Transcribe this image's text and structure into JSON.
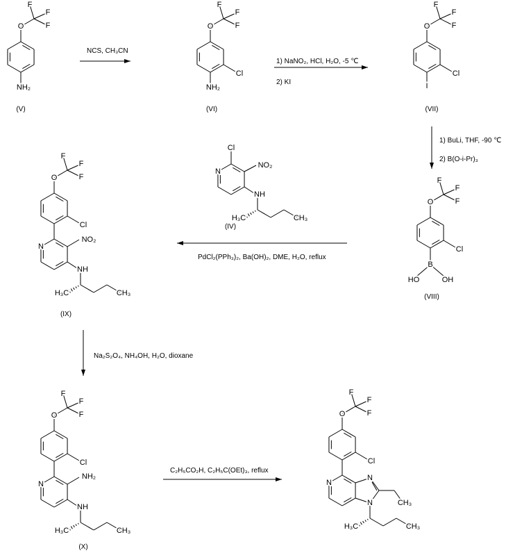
{
  "compounds": {
    "V": {
      "id": "(V)",
      "O": "O",
      "F": "F",
      "NH2": "NH₂"
    },
    "VI": {
      "id": "(VI)",
      "O": "O",
      "F": "F",
      "NH2": "NH₂",
      "Cl": "Cl"
    },
    "VII": {
      "id": "(VII)",
      "O": "O",
      "F": "F",
      "I": "I",
      "Cl": "Cl"
    },
    "VIII": {
      "id": "(VIII)",
      "O": "O",
      "F": "F",
      "Cl": "Cl",
      "B": "B",
      "HO": "HO",
      "OH": "OH"
    },
    "IV": {
      "id": "(IV)",
      "Cl": "Cl",
      "N": "N",
      "NO2": "NO₂",
      "NH": "NH",
      "H3C": "H₃C",
      "CH3": "CH₃"
    },
    "IX": {
      "id": "(IX)",
      "O": "O",
      "F": "F",
      "Cl": "Cl",
      "N": "N",
      "NO2": "NO₂",
      "NH": "NH",
      "H3C": "H₃C",
      "CH3": "CH₃"
    },
    "X": {
      "id": "(X)",
      "O": "O",
      "F": "F",
      "Cl": "Cl",
      "N": "N",
      "NH2": "NH₂",
      "NH": "NH",
      "H3C": "H₃C",
      "CH3": "CH₃"
    },
    "product": {
      "O": "O",
      "F": "F",
      "Cl": "Cl",
      "N": "N",
      "H3C": "H₃C",
      "CH3": "CH₃"
    }
  },
  "reactions": [
    {
      "lines": [
        "NCS, CH₃CN"
      ]
    },
    {
      "lines": [
        "1) NaNO₂, HCl, H₂O, -5 ℃",
        "2) KI"
      ]
    },
    {
      "lines": [
        "1) BuLi, THF, -90 ℃",
        "2) B(O-i-Pr)₃"
      ]
    },
    {
      "lines": [
        "PdCl₂(PPh₃)₂, Ba(OH)₂, DME, H₂O, reflux"
      ]
    },
    {
      "lines": [
        "Na₂S₂O₄, NH₄OH, H₂O, dioxane"
      ]
    },
    {
      "lines": [
        "C₂H₅CO₂H, C₂H₅C(OEt)₃, reflux"
      ]
    }
  ]
}
